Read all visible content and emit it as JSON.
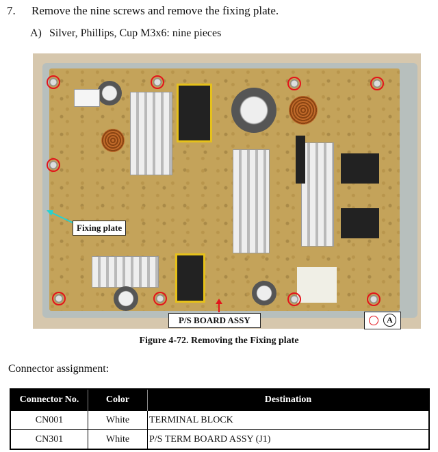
{
  "step": {
    "number": "7.",
    "text": "Remove the nine screws and remove the fixing plate."
  },
  "substep": {
    "letter": "A)",
    "text": "Silver, Phillips, Cup M3x6: nine pieces"
  },
  "figure": {
    "callouts": {
      "fixing_plate": "Fixing plate",
      "board": "P/S BOARD ASSY"
    },
    "legend": {
      "marker_color": "#e3141b",
      "letter": "A"
    },
    "screw_count": 9,
    "caption": "Figure 4-72.  Removing the Fixing plate"
  },
  "connector_heading": "Connector assignment:",
  "table": {
    "headers": [
      "Connector No.",
      "Color",
      "Destination"
    ],
    "rows": [
      [
        "CN001",
        "White",
        "TERMINAL BLOCK"
      ],
      [
        "CN301",
        "White",
        "P/S TERM BOARD ASSY (J1)"
      ]
    ]
  }
}
